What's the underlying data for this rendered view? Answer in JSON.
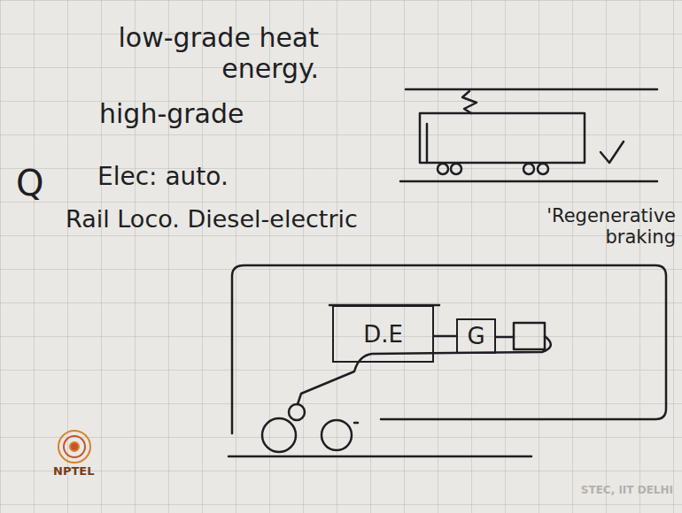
{
  "diagram": {
    "nodes": [
      {
        "text": [
          "D.E"
        ]
      },
      {
        "text": [
          "G"
        ]
      }
    ],
    "edges": [
      {
        "from": 0,
        "to": 1,
        "arrow": "none"
      }
    ],
    "labels": [
      "low-grade heat energy.",
      "high-grade",
      "Q",
      "Elec: auto.",
      "Rail Loco. Diesel-electric",
      "'Regenerative braking",
      "NPTEL",
      "STEC, IIT DELHI"
    ]
  }
}
